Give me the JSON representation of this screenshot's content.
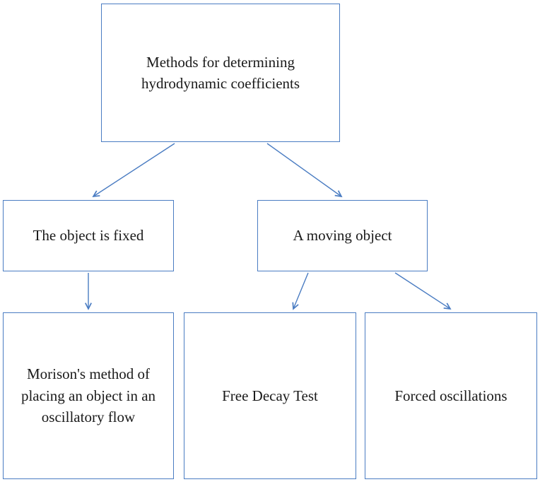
{
  "diagram": {
    "type": "flowchart",
    "nodes": {
      "root": {
        "label": "Methods for determining hydrodynamic coefficients"
      },
      "fixed": {
        "label": "The object is fixed"
      },
      "moving": {
        "label": "A moving object"
      },
      "morison": {
        "label": "Morison's method of placing an object in an oscillatory flow"
      },
      "free_decay": {
        "label": "Free Decay Test"
      },
      "forced": {
        "label": "Forced oscillations"
      }
    },
    "edges": [
      {
        "from": "root",
        "to": "fixed"
      },
      {
        "from": "root",
        "to": "moving"
      },
      {
        "from": "fixed",
        "to": "morison"
      },
      {
        "from": "moving",
        "to": "free_decay"
      },
      {
        "from": "moving",
        "to": "forced"
      }
    ],
    "colors": {
      "accent": "#4a7cc2",
      "text": "#1a1a1a",
      "background": "#ffffff"
    }
  }
}
